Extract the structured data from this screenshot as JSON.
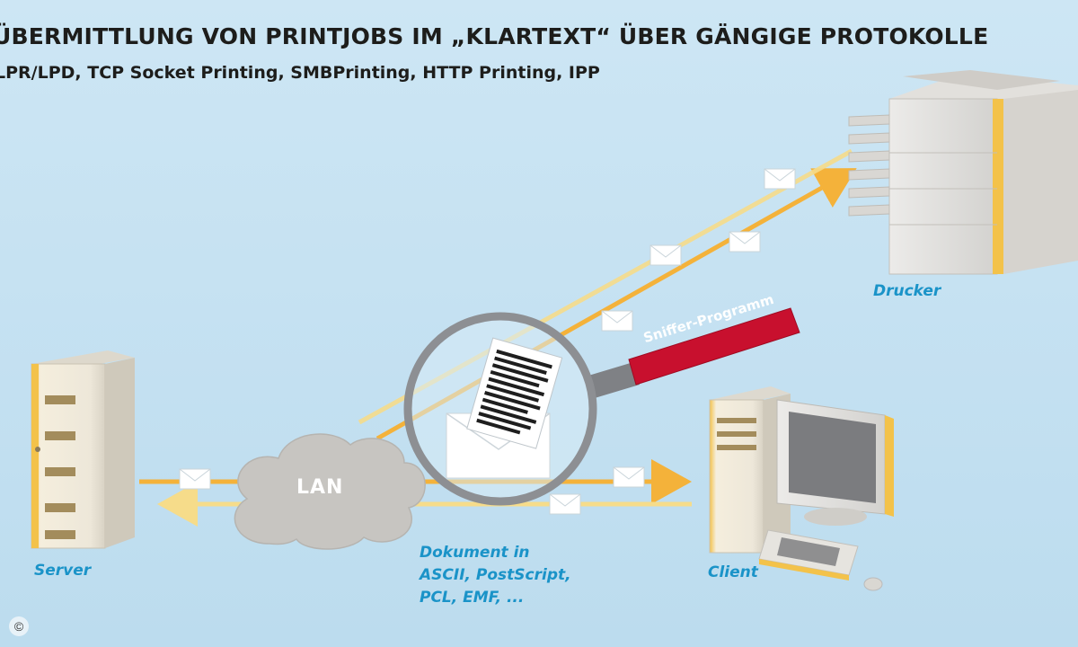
{
  "title": "ÜBERMITTLUNG VON PRINTJOBS IM „KLARTEXT“ ÜBER GÄNGIGE PROTOKOLLE",
  "subtitle": "LPR/LPD, TCP Socket Printing, SMBPrinting, HTTP Printing, IPP",
  "nodes": {
    "server": "Server",
    "client": "Client",
    "printer": "Drucker",
    "network": "LAN"
  },
  "sniffer_label": "Sniffer-Programm",
  "document_label": [
    "Dokument in",
    "ASCII, PostScript,",
    "PCL, EMF, ..."
  ],
  "copyright_symbol": "©",
  "colors": {
    "label_blue": "#1a93c8",
    "arrow_orange": "#f4b23a",
    "arrow_light": "#f6dc8a",
    "sniffer_red": "#c8102e",
    "accent_yellow": "#f3c24a"
  }
}
